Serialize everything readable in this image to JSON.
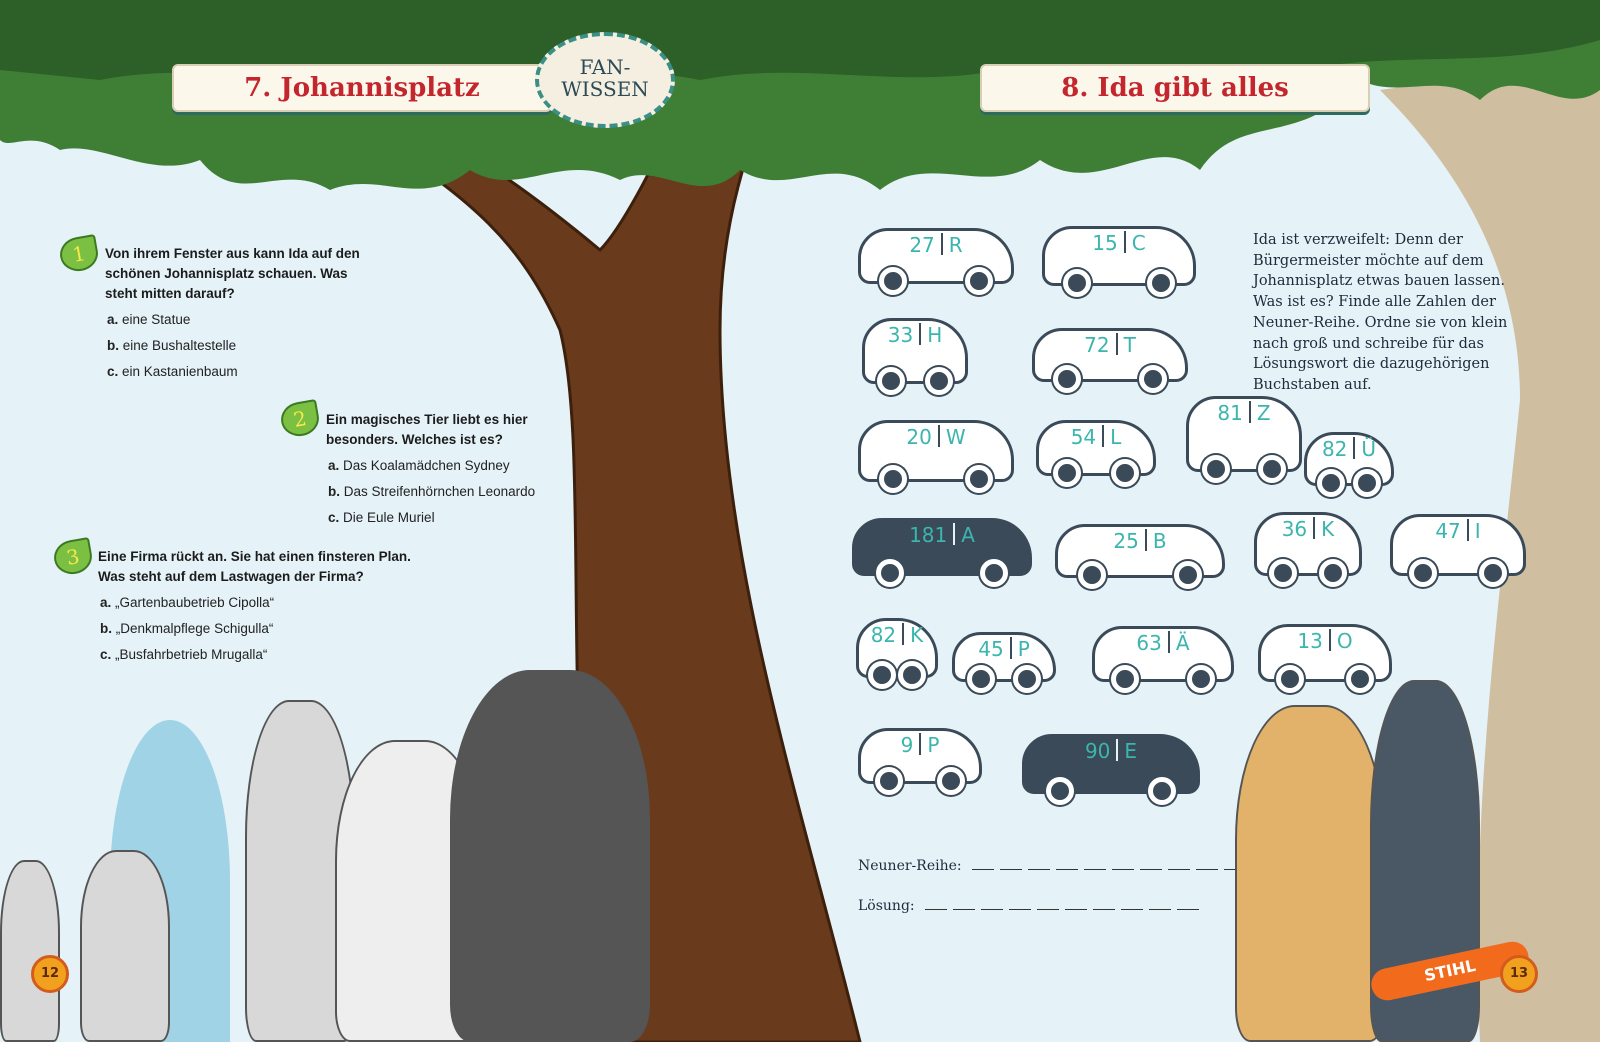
{
  "left_page": {
    "title": "7. Johannisplatz",
    "badge": {
      "line1": "FAN-",
      "line2": "WISSEN"
    },
    "questions": [
      {
        "number": "1",
        "text": "Von ihrem Fenster aus kann Ida auf den schönen Johannisplatz schauen. Was steht mitten darauf?",
        "options": [
          {
            "key": "a.",
            "text": "eine Statue"
          },
          {
            "key": "b.",
            "text": "eine Bushaltestelle"
          },
          {
            "key": "c.",
            "text": "ein Kastanienbaum"
          }
        ]
      },
      {
        "number": "2",
        "text": "Ein magisches Tier liebt es hier besonders. Welches ist es?",
        "options": [
          {
            "key": "a.",
            "text": "Das Koalamädchen Sydney"
          },
          {
            "key": "b.",
            "text": "Das Streifenhörnchen Leonardo"
          },
          {
            "key": "c.",
            "text": "Die Eule Muriel"
          }
        ]
      },
      {
        "number": "3",
        "text": "Eine Firma rückt an. Sie hat einen finsteren Plan. Was steht auf dem Lastwagen der Firma?",
        "options": [
          {
            "key": "a.",
            "text": "„Gartenbaubetrieb Cipolla“"
          },
          {
            "key": "b.",
            "text": "„Denkmalpflege Schigulla“"
          },
          {
            "key": "c.",
            "text": "„Busfahrbetrieb Mrugalla“"
          }
        ]
      }
    ],
    "page_number": "12"
  },
  "right_page": {
    "title": "8. Ida gibt alles",
    "intro": "Ida ist verzweifelt: Denn der Bürgermeister möchte auf dem Johannisplatz etwas bauen lassen. Was ist es? Finde alle Zahlen der Neuner-Reihe. Ordne sie von klein nach groß und schreibe für das Lösungswort die dazugehörigen Buchstaben auf.",
    "vehicles": [
      {
        "number": "27",
        "letter": "R"
      },
      {
        "number": "15",
        "letter": "C"
      },
      {
        "number": "33",
        "letter": "H"
      },
      {
        "number": "72",
        "letter": "T"
      },
      {
        "number": "20",
        "letter": "W"
      },
      {
        "number": "54",
        "letter": "L"
      },
      {
        "number": "81",
        "letter": "Z"
      },
      {
        "number": "82",
        "letter": "Ü"
      },
      {
        "number": "181",
        "letter": "A"
      },
      {
        "number": "25",
        "letter": "B"
      },
      {
        "number": "36",
        "letter": "K"
      },
      {
        "number": "47",
        "letter": "I"
      },
      {
        "number": "82",
        "letter": "K"
      },
      {
        "number": "45",
        "letter": "P"
      },
      {
        "number": "63",
        "letter": "Ä"
      },
      {
        "number": "13",
        "letter": "O"
      },
      {
        "number": "9",
        "letter": "P"
      },
      {
        "number": "90",
        "letter": "E"
      }
    ],
    "answer_labels": {
      "row": "Neuner-Reihe:",
      "solution": "Lösung:"
    },
    "chainsaw_brand": "STIHL",
    "page_number": "13"
  },
  "colors": {
    "background": "#e5f2f8",
    "title_red": "#c4262e",
    "plate_teal": "#3bb5ad",
    "vehicle_dark": "#3a4a58",
    "leaf_green": "#7cc043"
  }
}
